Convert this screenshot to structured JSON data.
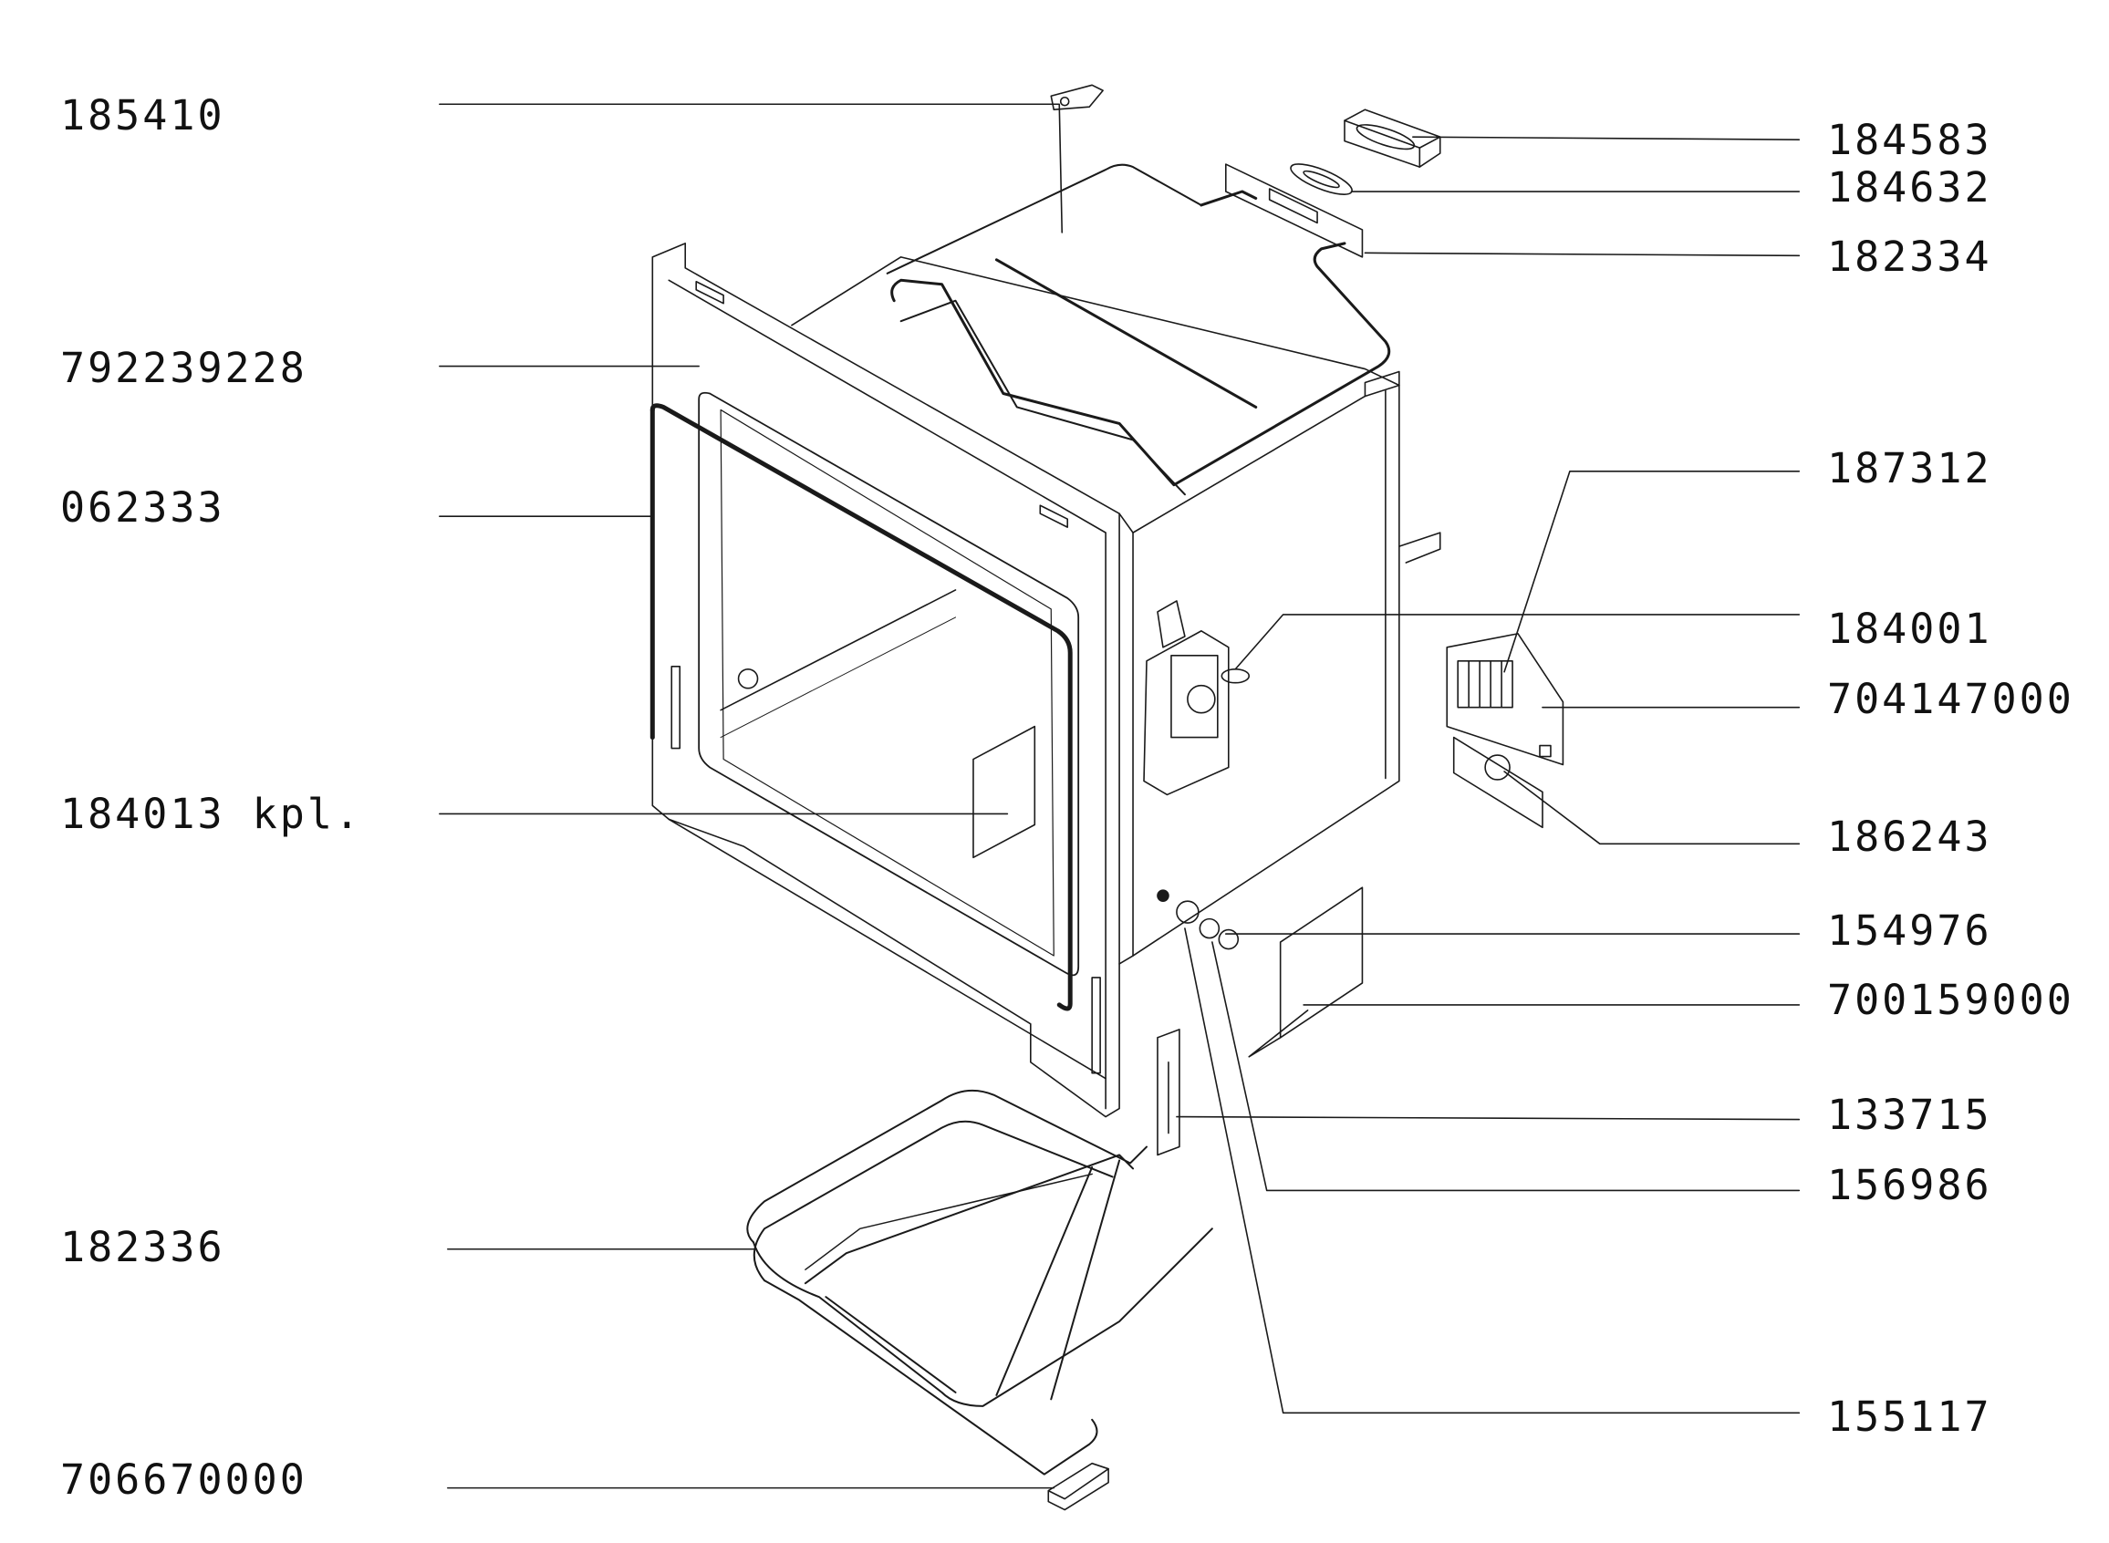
{
  "left_labels": [
    "185410",
    "792239228",
    "062333",
    "184013 kpl.",
    "182336",
    "706670000"
  ],
  "right_labels": [
    "184583",
    "184632",
    "182334",
    "187312",
    "184001",
    "704147000",
    "186243",
    "154976",
    "700159000",
    "133715",
    "156986",
    "155117"
  ]
}
